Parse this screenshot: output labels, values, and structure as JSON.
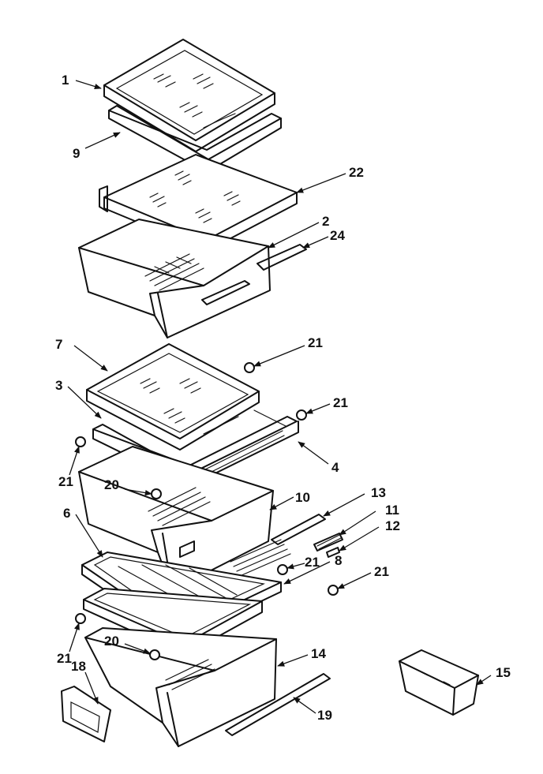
{
  "callouts": {
    "c1": "1",
    "c9": "9",
    "c22": "22",
    "c2": "2",
    "c24": "24",
    "c7": "7",
    "c21a": "21",
    "c3": "3",
    "c21b": "21",
    "c4": "4",
    "c21c": "21",
    "c20a": "20",
    "c10": "10",
    "c13": "13",
    "c11": "11",
    "c12": "12",
    "c6": "6",
    "c21d": "21",
    "c8": "8",
    "c21e": "21",
    "c21f": "21",
    "c18": "18",
    "c20b": "20",
    "c14": "14",
    "c15": "15",
    "c19": "19"
  }
}
